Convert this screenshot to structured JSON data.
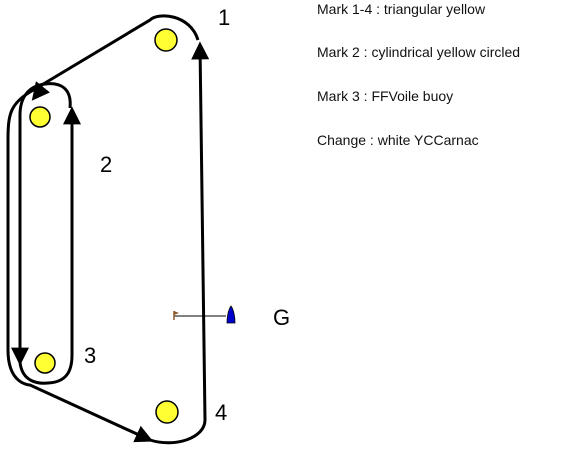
{
  "marks": [
    {
      "label": "1",
      "fill": "#ffff33"
    },
    {
      "label": "2",
      "fill": "#ffff33"
    },
    {
      "label": "3",
      "fill": "#ffff33"
    },
    {
      "label": "4",
      "fill": "#ffff33"
    }
  ],
  "start_line": {
    "label": "G",
    "boat_color": "#0000cc"
  },
  "legend": [
    "Mark 1-4 : triangular yellow",
    "Mark 2 : cylindrical yellow circled",
    "Mark 3 : FFVoile buoy",
    "Change : white YCCarnac"
  ],
  "colors": {
    "course_line": "#000000",
    "mark_outline": "#000000"
  }
}
